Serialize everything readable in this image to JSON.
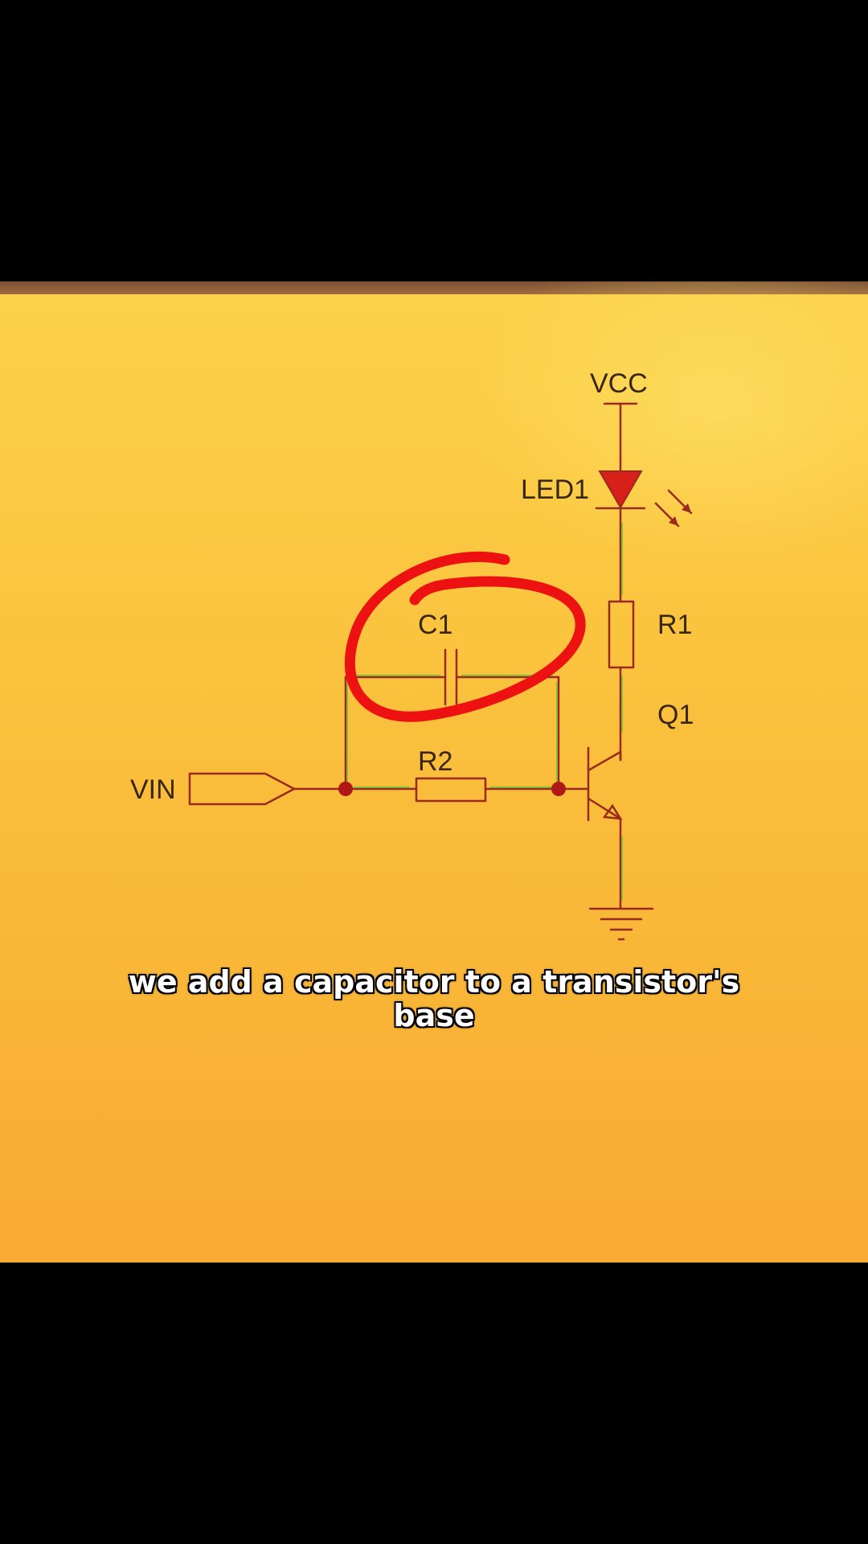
{
  "schematic": {
    "labels": {
      "vcc": "VCC",
      "led": "LED1",
      "capacitor": "C1",
      "resistor_collector": "R1",
      "transistor": "Q1",
      "resistor_base": "R2",
      "input": "VIN"
    },
    "colors": {
      "wire": "#9b2a1e",
      "net_highlight": "#6fbf3a",
      "junction": "#b01818",
      "led_fill": "#d8201a",
      "annotation": "#ee1111",
      "label": "#3a2614"
    }
  },
  "subtitle": {
    "line1": "we add a capacitor to a transistor's",
    "line2": "base"
  }
}
